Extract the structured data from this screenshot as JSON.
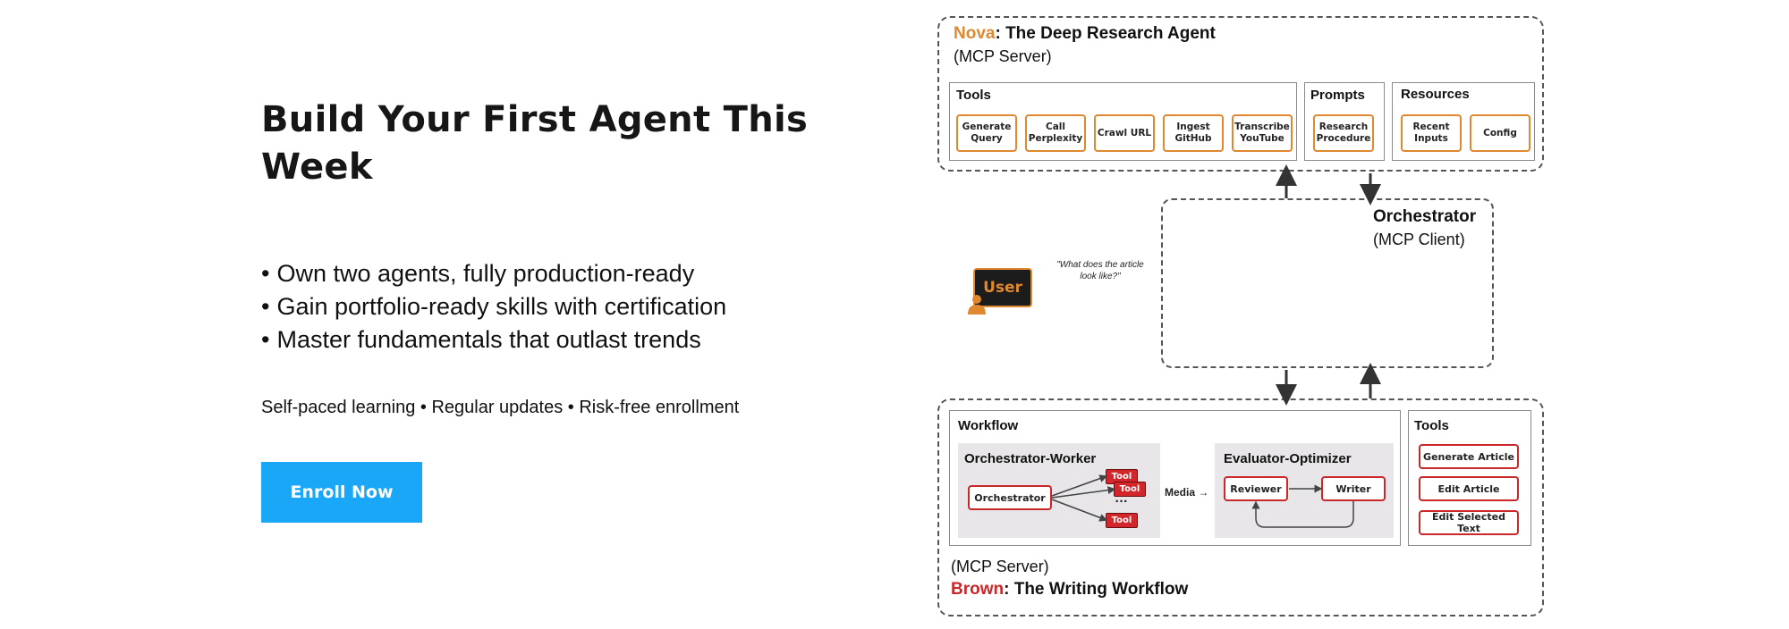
{
  "hero": {
    "title": "Build Your First Agent This Week",
    "bullets": [
      "Own two agents, fully production-ready",
      "Gain portfolio-ready skills with certification",
      "Master fundamentals that outlast trends"
    ],
    "features": "Self-paced learning • Regular updates • Risk-free enrollment",
    "cta_label": "Enroll Now"
  },
  "diagram": {
    "nova": {
      "name": "Nova",
      "title_rest": ": The Deep Research Agent",
      "subtitle": "(MCP Server)",
      "tools_label": "Tools",
      "tools": [
        "Generate Query",
        "Call Perplexity",
        "Crawl URL",
        "Ingest GitHub",
        "Transcribe YouTube"
      ],
      "prompts_label": "Prompts",
      "prompts": [
        "Research Procedure"
      ],
      "resources_label": "Resources",
      "resources": [
        "Recent Inputs",
        "Config"
      ]
    },
    "orchestrator": {
      "title": "Orchestrator",
      "subtitle": "(MCP Client)"
    },
    "user": {
      "label": "User",
      "quote": "\"What does the article look like?\""
    },
    "brown": {
      "name": "Brown",
      "title_rest": ": The Writing Workflow",
      "subtitle": "(MCP Server)",
      "workflow_label": "Workflow",
      "ow_label": "Orchestrator-Worker",
      "ow_node": "Orchestrator",
      "tool_label": "Tool",
      "ellipsis": "…",
      "media_label": "Media →",
      "eo_label": "Evaluator-Optimizer",
      "reviewer": "Reviewer",
      "writer": "Writer",
      "tools_label": "Tools",
      "tools": [
        "Generate Article",
        "Edit Article",
        "Edit Selected Text"
      ]
    },
    "colors": {
      "nova": "#e08830",
      "brown": "#c9272a",
      "cta": "#1aa7f7"
    }
  }
}
